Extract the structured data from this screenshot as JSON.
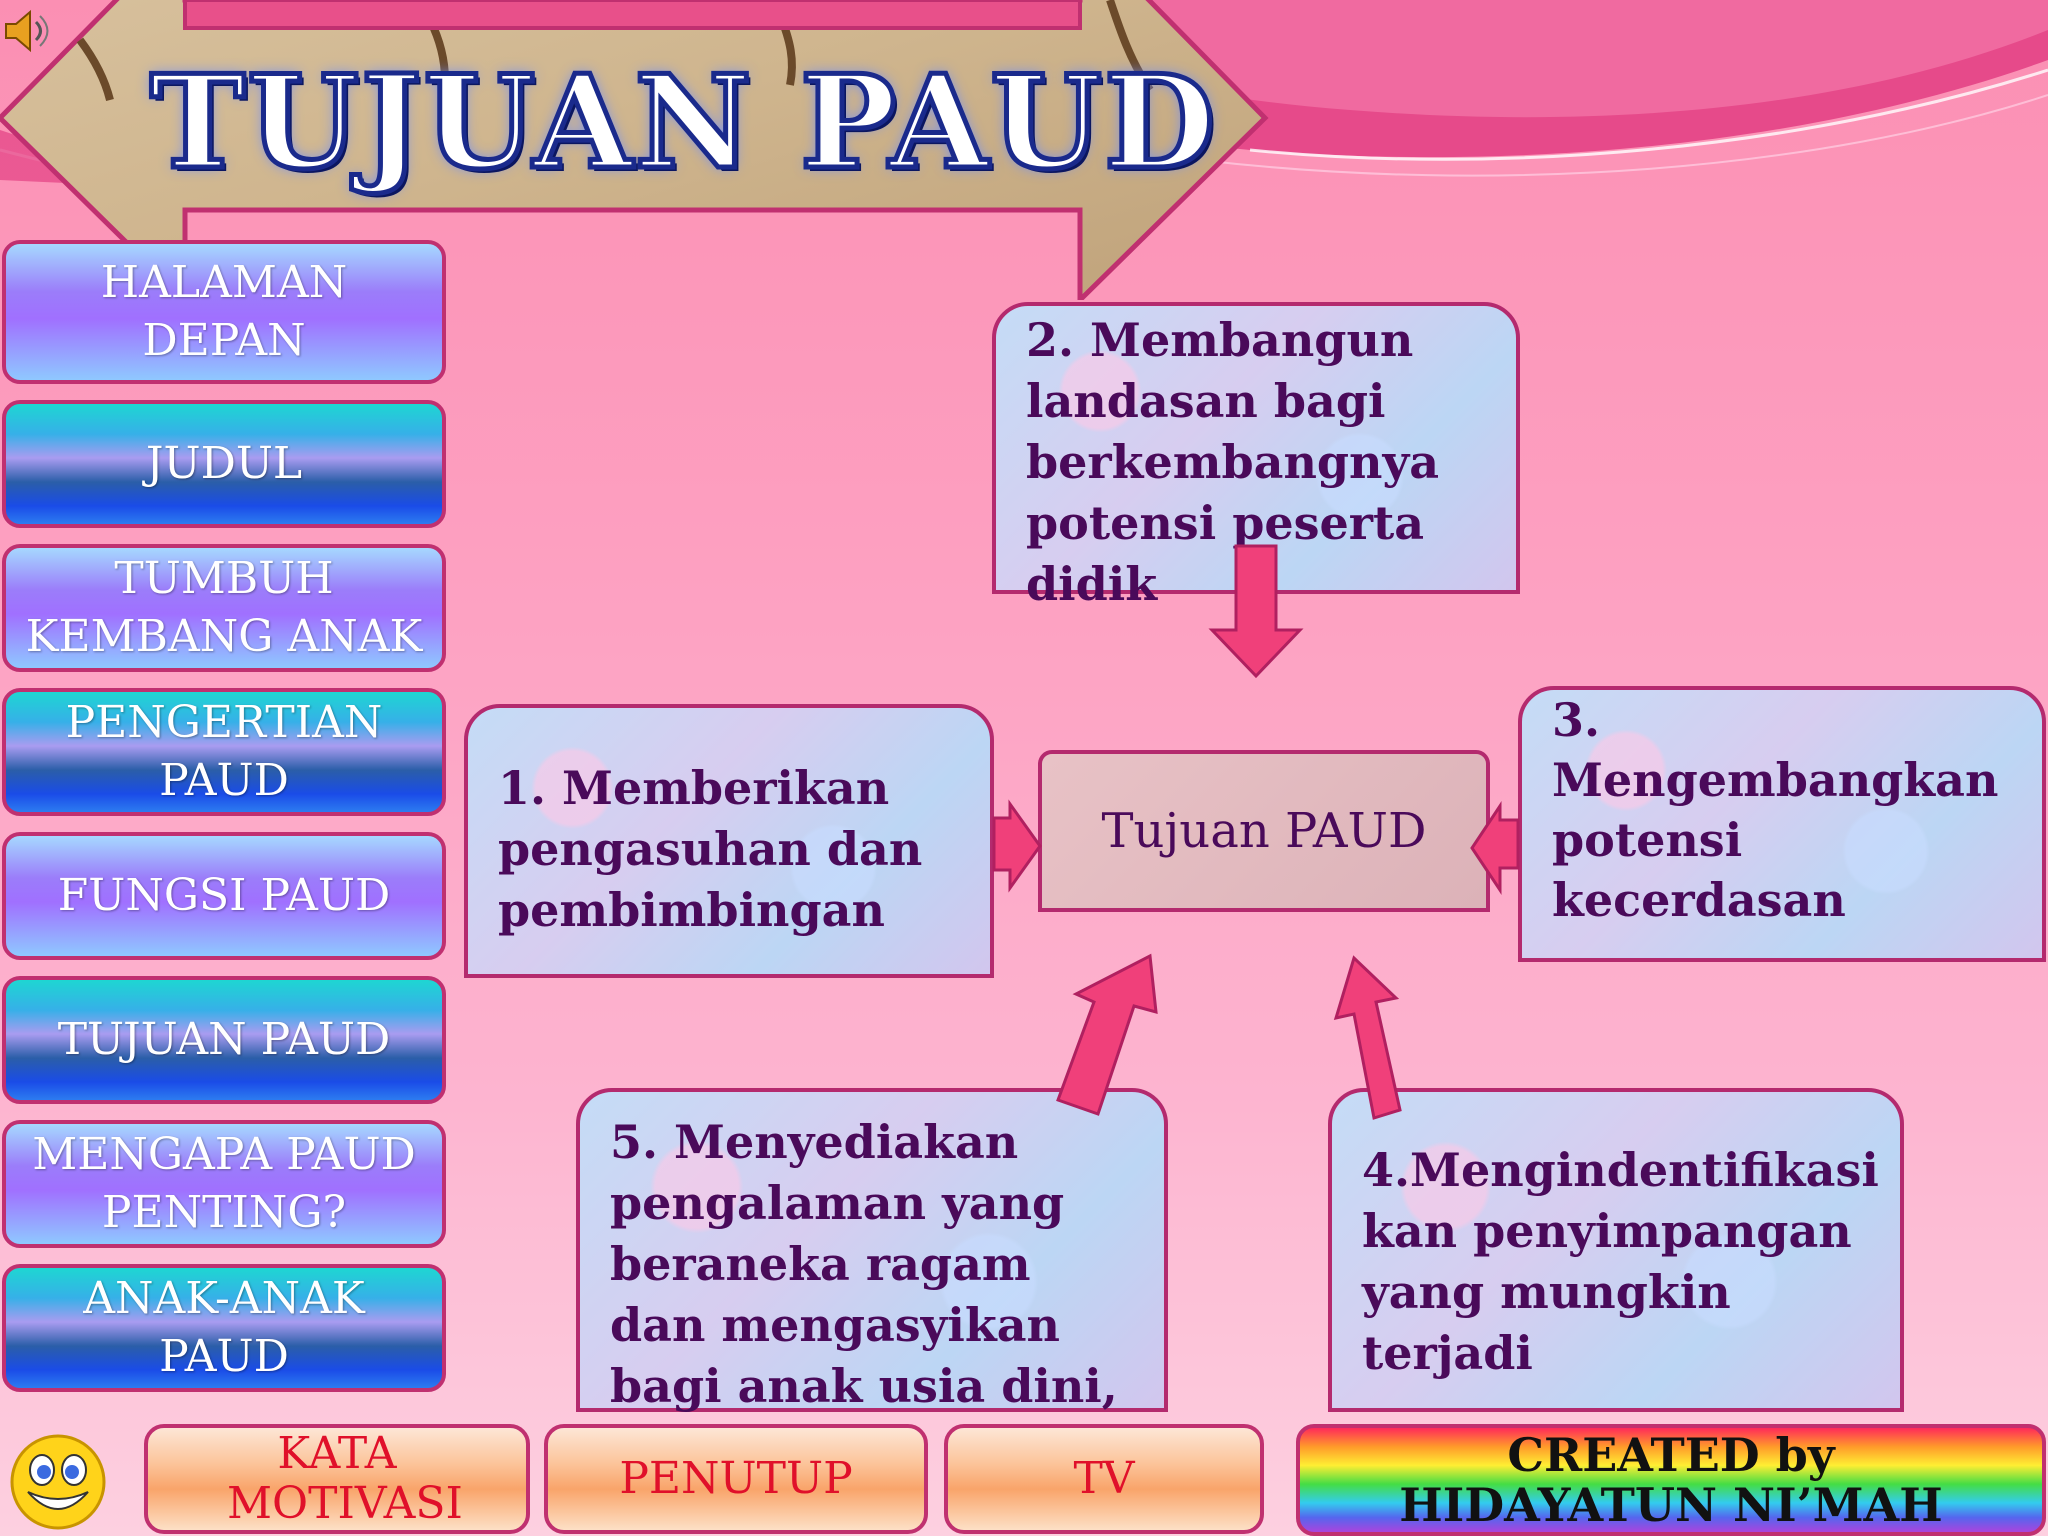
{
  "title": "TUJUAN PAUD",
  "nav": [
    {
      "label": "HALAMAN DEPAN"
    },
    {
      "label": "JUDUL"
    },
    {
      "label": "TUMBUH KEMBANG ANAK"
    },
    {
      "label": "PENGERTIAN PAUD"
    },
    {
      "label": "FUNGSI PAUD"
    },
    {
      "label": "TUJUAN PAUD"
    },
    {
      "label": "MENGAPA PAUD PENTING?"
    },
    {
      "label": "ANAK-ANAK PAUD"
    }
  ],
  "diagram": {
    "center": "Tujuan PAUD",
    "goal1": "1. Memberikan pengasuhan dan pembimbingan",
    "goal2": "2. Membangun landasan bagi berkembangnya potensi peserta didik",
    "goal3": "3. Mengembangkan potensi kecerdasan",
    "goal4": "4.Mengindentifikasi kan penyimpangan yang mungkin terjadi",
    "goal5": "5. Menyediakan pengalaman yang beraneka ragam dan mengasyikan bagi anak usia dini,"
  },
  "bottom": {
    "kata_motivasi": "KATA MOTIVASI",
    "penutup": "PENUTUP",
    "tv": "TV",
    "credit": "CREATED by HIDAYATUN NI’MAH"
  },
  "icons": {
    "speaker": "speaker-icon",
    "smiley": "smiley-icon"
  },
  "colors": {
    "accent_border": "#c03070",
    "arrow": "#f0407a",
    "text_dark": "#4a0a5a"
  }
}
